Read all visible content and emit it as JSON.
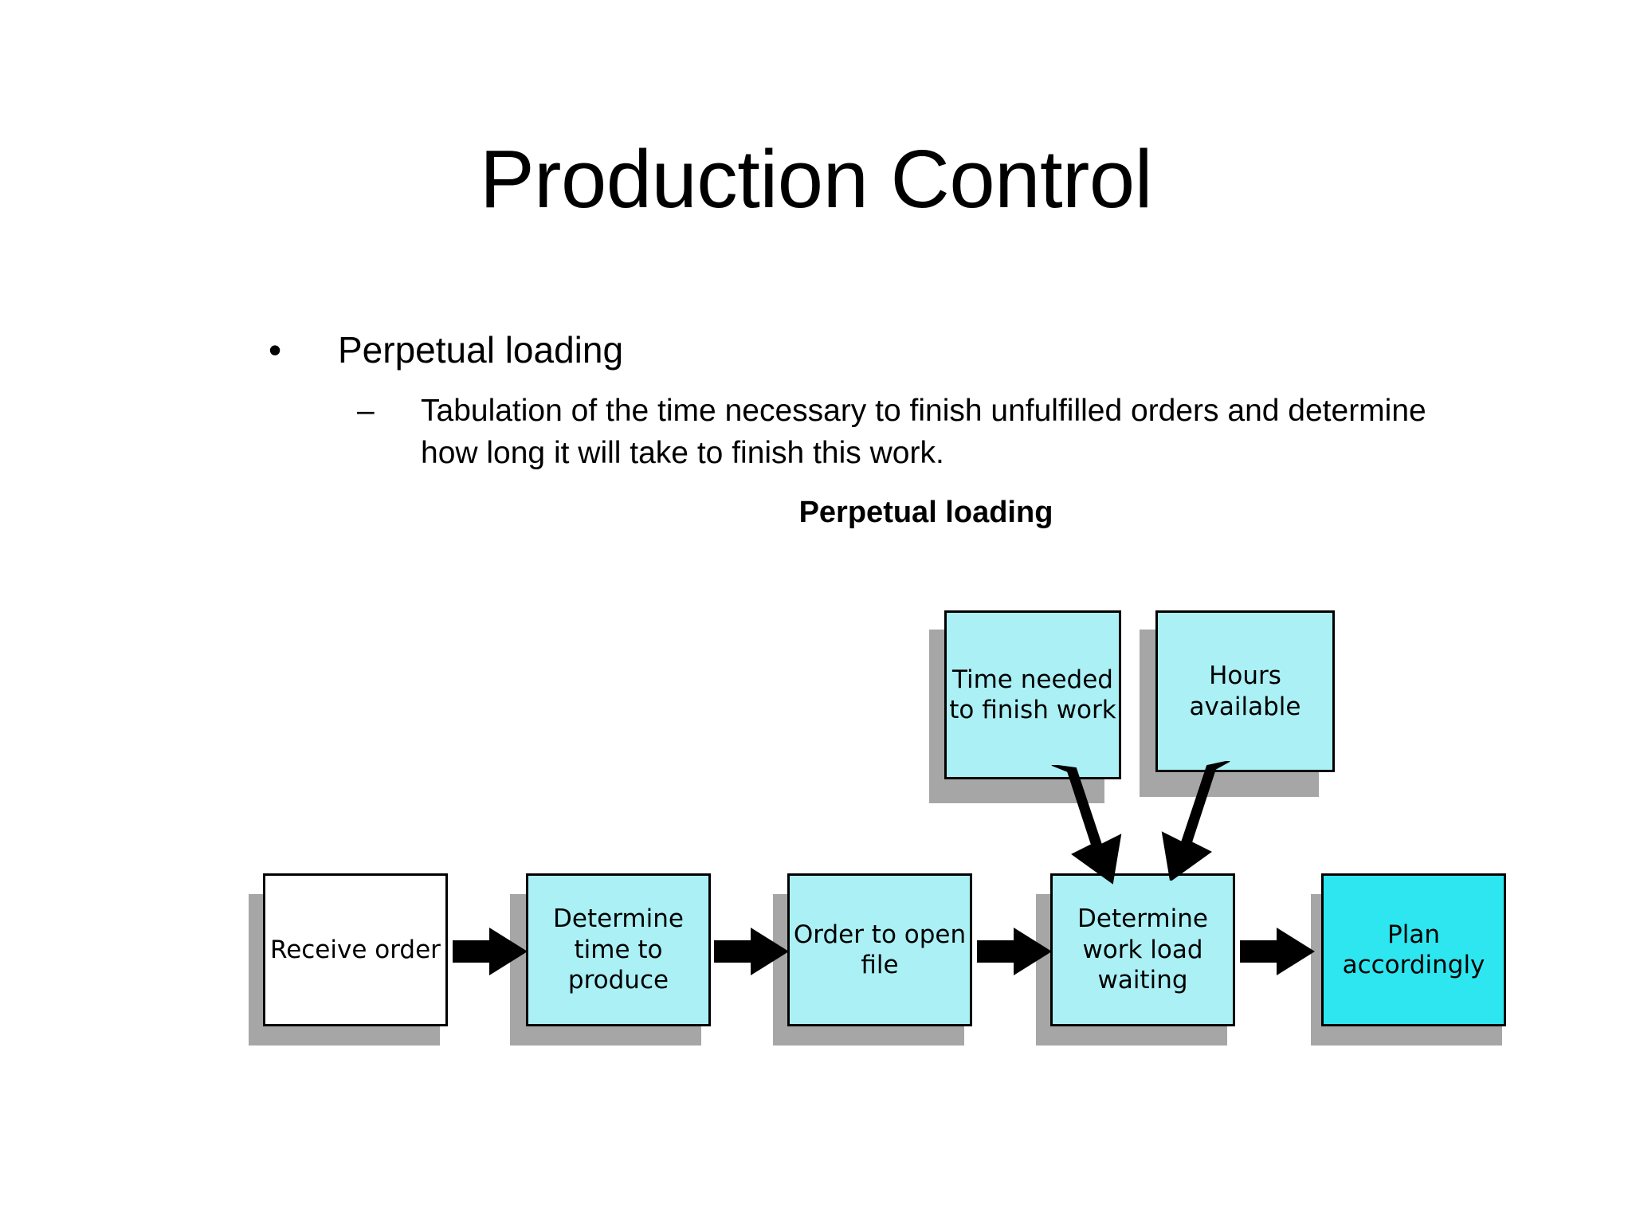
{
  "slide": {
    "title": "Production Control",
    "bullets": {
      "level1": "Perpetual loading",
      "level2": "Tabulation of the time necessary to finish unfulfilled orders and determine how long it will take to finish this work.",
      "bullet_marker": "•",
      "dash_marker": "–"
    },
    "sub_heading": "Perpetual loading"
  },
  "diagram": {
    "type": "flowchart",
    "colors": {
      "node_white": "#ffffff",
      "node_pale_cyan": "#aaf0f5",
      "node_cyan": "#2ee6ef",
      "shadow": "#a6a6a6",
      "outline": "#000000"
    },
    "top_nodes": [
      {
        "id": "time-needed",
        "label": "Time needed to finish work",
        "fill": "node_pale_cyan"
      },
      {
        "id": "hours-available",
        "label": "Hours available",
        "fill": "node_pale_cyan"
      }
    ],
    "flow_nodes": [
      {
        "id": "receive-order",
        "label": "Receive order",
        "fill": "node_white"
      },
      {
        "id": "determine-time-to-produce",
        "label": "Determine time to produce",
        "fill": "node_pale_cyan"
      },
      {
        "id": "order-to-open-file",
        "label": "Order to open file",
        "fill": "node_pale_cyan"
      },
      {
        "id": "determine-work-load-waiting",
        "label": "Determine work load waiting",
        "fill": "node_pale_cyan"
      },
      {
        "id": "plan-accordingly",
        "label": "Plan accordingly",
        "fill": "node_cyan"
      }
    ],
    "connections": [
      {
        "from": "receive-order",
        "to": "determine-time-to-produce",
        "kind": "block-arrow-right"
      },
      {
        "from": "determine-time-to-produce",
        "to": "order-to-open-file",
        "kind": "block-arrow-right"
      },
      {
        "from": "order-to-open-file",
        "to": "determine-work-load-waiting",
        "kind": "block-arrow-right"
      },
      {
        "from": "determine-work-load-waiting",
        "to": "plan-accordingly",
        "kind": "block-arrow-right"
      },
      {
        "from": "time-needed",
        "to": "determine-work-load-waiting",
        "kind": "arrow-down-right"
      },
      {
        "from": "hours-available",
        "to": "determine-work-load-waiting",
        "kind": "arrow-down-left"
      }
    ]
  }
}
